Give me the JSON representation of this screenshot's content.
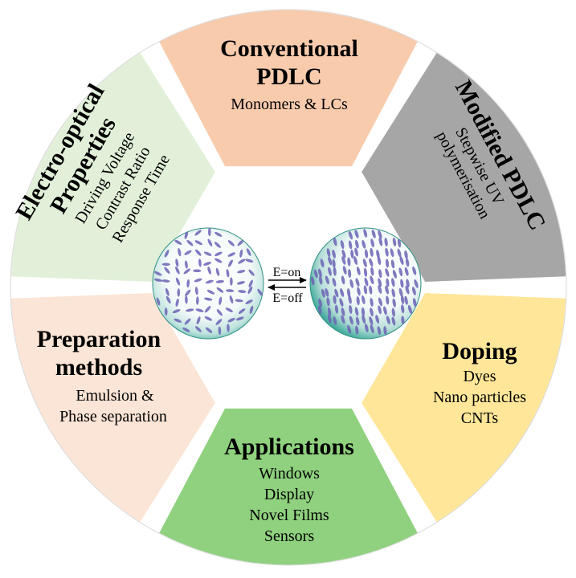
{
  "colors": {
    "ring_outline": "#d9d9d9",
    "center": "#ffffff",
    "droplet_ellipse": "#6b63b5",
    "droplet_edge": "#4bb3a4"
  },
  "segments": {
    "conventional": {
      "color": "#f8cbad",
      "title": [
        "Conventional",
        "PDLC"
      ],
      "items": [
        "Monomers & LCs"
      ]
    },
    "modified": {
      "color": "#a6a6a6",
      "title": [
        "Modified PDLC"
      ],
      "items": [
        "Stepwise UV",
        "polymerisation"
      ]
    },
    "doping": {
      "color": "#ffe699",
      "title": [
        "Doping"
      ],
      "items": [
        "Dyes",
        "Nano particles",
        "CNTs"
      ]
    },
    "applications": {
      "color": "#8fd17e",
      "title": [
        "Applications"
      ],
      "items": [
        "Windows",
        "Display",
        "Novel Films",
        "Sensors"
      ]
    },
    "preparation": {
      "color": "#fbe5d6",
      "title": [
        "Preparation",
        "methods"
      ],
      "items": [
        "Emulsion &",
        "Phase separation"
      ]
    },
    "electro": {
      "color": "#e2f0d9",
      "title": [
        "Electro-optical",
        "Properties"
      ],
      "items": [
        "Driving Voltage",
        "Contrast Ratio",
        "Response Time"
      ]
    }
  },
  "center": {
    "label_on": "E=on",
    "label_off": "E=off"
  }
}
